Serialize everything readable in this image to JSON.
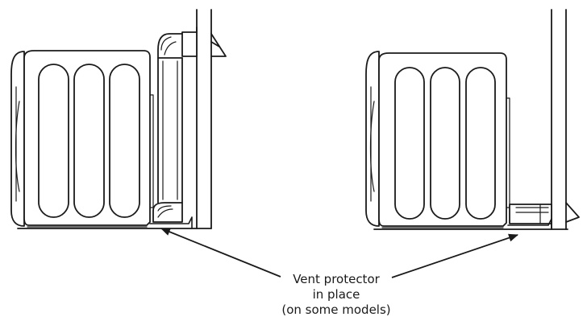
{
  "callout": {
    "line1": "Vent protector",
    "line2": "in place",
    "line3": "(on some models)"
  },
  "colors": {
    "stroke": "#1a1a1a",
    "background": "#ffffff"
  }
}
